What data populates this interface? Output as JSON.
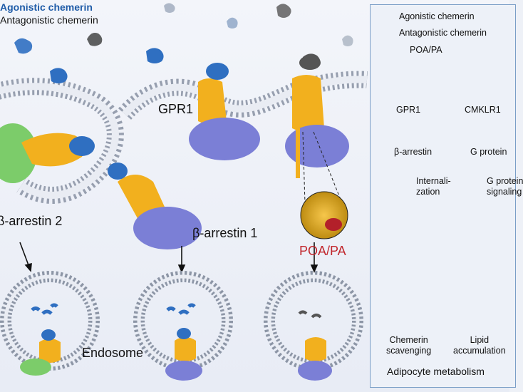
{
  "top_legend": {
    "agonistic": "Agonistic chemerin",
    "antagonistic": "Antagonistic chemerin"
  },
  "labels": {
    "gpr1": "GPR1",
    "arrestin2": "β-arrestin 2",
    "arrestin1": "β-arrestin 1",
    "endosome": "Endosome",
    "poa_pa": "POA/PA"
  },
  "panel": {
    "legend_agonistic": "Agonistic chemerin",
    "legend_antagonistic": "Antagonistic chemerin",
    "legend_poa": "POA/PA",
    "receptor_left": "GPR1",
    "receptor_right": "CMKLR1",
    "arrestin": "β-arrestin",
    "g_protein": "G protein",
    "step_left": "Internali-\nzation",
    "step_right": "G protein\nsignaling",
    "outcome_left": "Chemerin\nscavenging",
    "outcome_right": "Lipid\naccumulation",
    "footer": "Adipocyte metabolism"
  },
  "colors": {
    "agonist": "#2f6fc1",
    "antagonist": "#333333",
    "gpr1": "#f2b01e",
    "arrestin": "#7b7fd6",
    "arrestin2": "#7ccc6a",
    "poa": "#c1272d",
    "membrane": "#8a93a3",
    "cmklr1": "#4fa83a",
    "panel_border": "#7a9ec7"
  }
}
